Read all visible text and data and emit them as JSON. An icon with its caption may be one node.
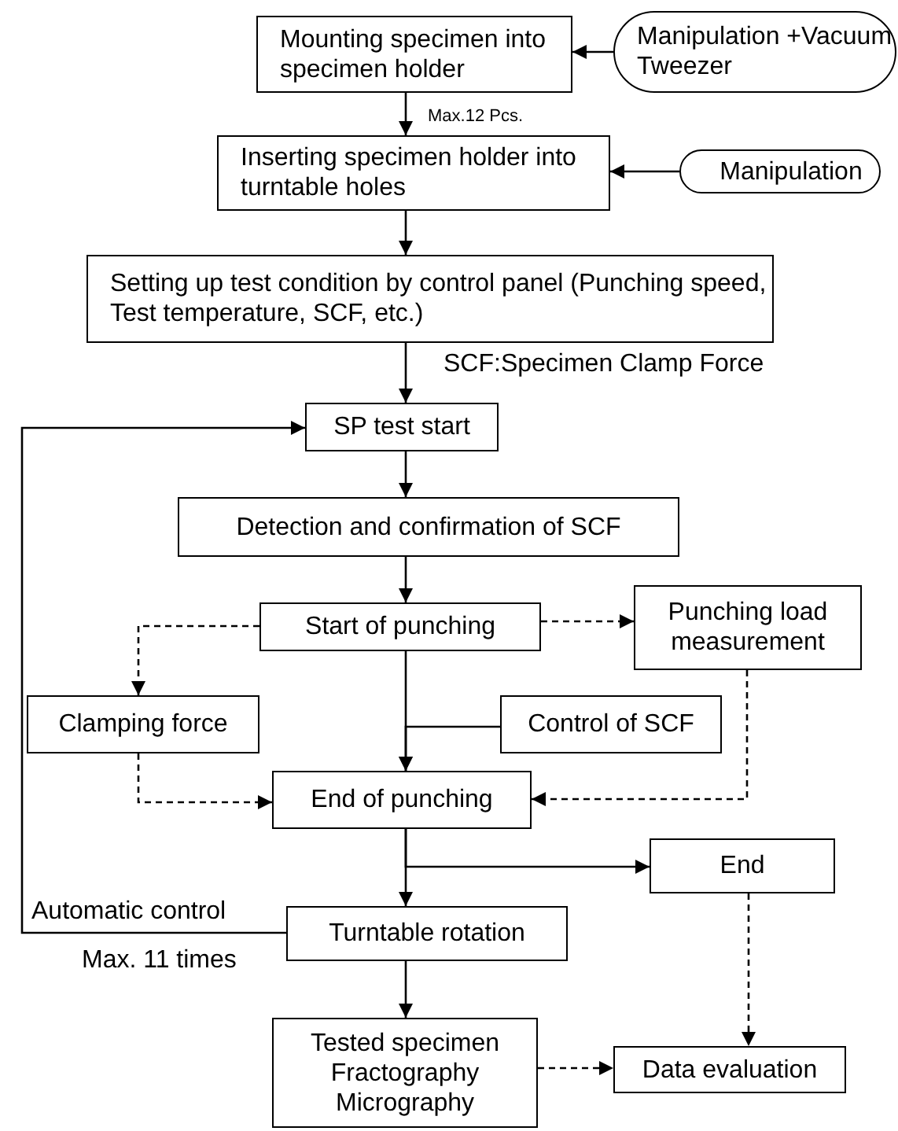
{
  "diagram": {
    "nodes": [
      {
        "text": [
          "Mounting specimen into specimen holder"
        ]
      },
      {
        "text": [
          "Manipulation +Vacuum Tweezer"
        ]
      },
      {
        "text": [
          "Inserting specimen holder into turntable holes"
        ]
      },
      {
        "text": [
          "Setting up test condition by control panel (Punching speed, Test temperature, SCF, etc.)"
        ]
      },
      {
        "text": [
          "SP test start"
        ]
      },
      {
        "text": [
          "Detection and confirmation of SCF"
        ]
      },
      {
        "text": [
          "Start of punching"
        ]
      },
      {
        "text": [
          "Punching load measurement"
        ]
      },
      {
        "text": [
          "Clamping force"
        ]
      },
      {
        "text": [
          "Control of SCF"
        ]
      },
      {
        "text": [
          "End of punching"
        ]
      },
      {
        "text": [
          "End"
        ]
      },
      {
        "text": [
          "Turntable rotation"
        ]
      },
      {
        "text": [
          "Tested specimen Fractography Micrography"
        ]
      },
      {
        "text": [
          "Data evaluation"
        ]
      },
      {
        "text": [
          "Manipulation"
        ]
      }
    ],
    "edges": [
      {
        "from": 1,
        "to": 0,
        "arrow": "to"
      },
      {
        "from": 0,
        "to": 2,
        "arrow": "to",
        "label": "Max.12 Pcs."
      },
      {
        "from": 15,
        "to": 2,
        "arrow": "to"
      },
      {
        "from": 2,
        "to": 3,
        "arrow": "to"
      },
      {
        "from": 3,
        "to": 4,
        "arrow": "to"
      },
      {
        "from": 4,
        "to": 5,
        "arrow": "to"
      },
      {
        "from": 5,
        "to": 6,
        "arrow": "to"
      },
      {
        "from": 6,
        "to": 7,
        "arrow": "to",
        "style": "dashed"
      },
      {
        "from": 6,
        "to": 8,
        "arrow": "to",
        "style": "dashed"
      },
      {
        "from": 6,
        "to": 10,
        "arrow": "to"
      },
      {
        "from": 9,
        "to": 10,
        "arrow": "to"
      },
      {
        "from": 8,
        "to": 10,
        "arrow": "to",
        "style": "dashed"
      },
      {
        "from": 7,
        "to": 10,
        "arrow": "to",
        "style": "dashed"
      },
      {
        "from": 10,
        "to": 12,
        "arrow": "to"
      },
      {
        "from": 10,
        "to": 11,
        "arrow": "to"
      },
      {
        "from": 12,
        "to": 4,
        "arrow": "to",
        "label": "Automatic control"
      },
      {
        "from": 12,
        "to": 13,
        "arrow": "to"
      },
      {
        "from": 11,
        "to": 14,
        "arrow": "to",
        "style": "dashed"
      },
      {
        "from": 13,
        "to": 14,
        "arrow": "to",
        "style": "dashed"
      }
    ],
    "labels": [
      "SCF:Specimen Clamp Force",
      "Max. 11 times"
    ]
  }
}
